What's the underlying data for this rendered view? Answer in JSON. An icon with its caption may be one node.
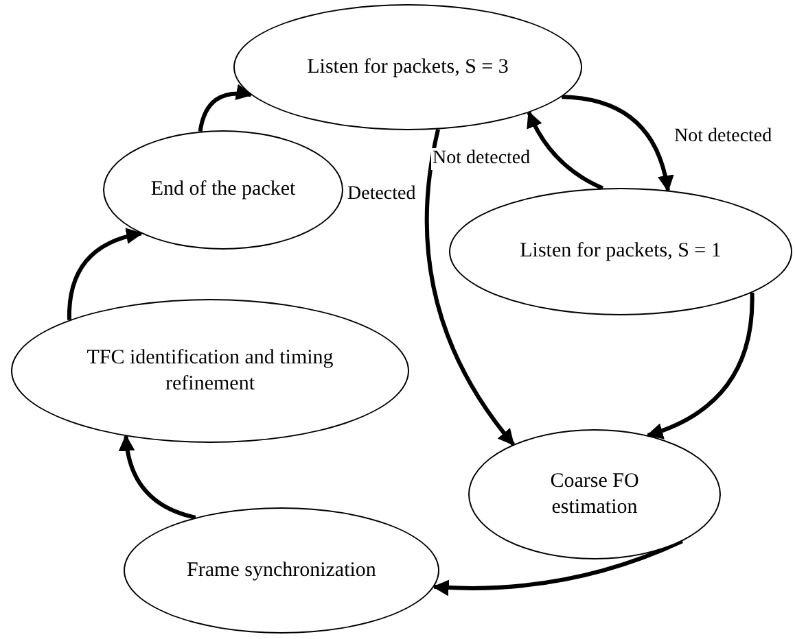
{
  "diagram": {
    "nodes": [
      {
        "text": [
          "Listen for packets, S = 3"
        ]
      },
      {
        "text": [
          "End of the packet"
        ]
      },
      {
        "text": [
          "Listen for packets, S = 1"
        ]
      },
      {
        "text": [
          "TFC identification and timing refinement"
        ]
      },
      {
        "text": [
          "Coarse FO estimation"
        ]
      },
      {
        "text": [
          "Frame synchronization"
        ]
      }
    ],
    "edges": [
      {
        "from": 0,
        "to": 2,
        "arrow": "to",
        "label": "Not detected"
      },
      {
        "from": 2,
        "to": 0,
        "arrow": "to",
        "label": "Not detected"
      },
      {
        "from": 0,
        "to": 4,
        "arrow": "to",
        "label": "Detected"
      },
      {
        "from": 2,
        "to": 4,
        "arrow": "to"
      },
      {
        "from": 4,
        "to": 5,
        "arrow": "to"
      },
      {
        "from": 5,
        "to": 3,
        "arrow": "to"
      },
      {
        "from": 3,
        "to": 1,
        "arrow": "to"
      },
      {
        "from": 1,
        "to": 0,
        "arrow": "to"
      }
    ]
  }
}
